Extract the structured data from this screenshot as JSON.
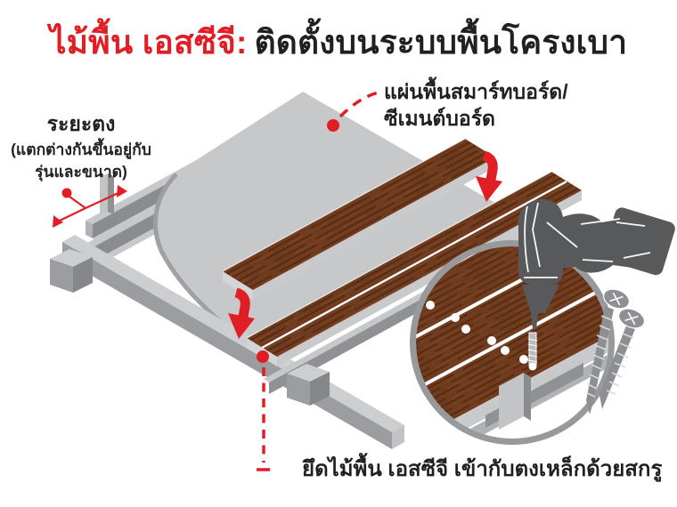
{
  "title": {
    "product": "ไม้พื้น เอสซีจี:",
    "subtitle": "ติดตั้งบนระบบพื้นโครงเบา"
  },
  "callouts": {
    "joist_spacing": {
      "heading": "ระยะตง",
      "note_line1": "(แตกต่างกันขึ้นอยู่กับ",
      "note_line2": "รุ่นและขนาด)"
    },
    "board": {
      "line1": "แผ่นพื้นสมาร์ทบอร์ด/",
      "line2": "ซีเมนต์บอร์ด"
    },
    "fastening": "ยึดไม้พื้น เอสซีจี เข้ากับตงเหล็กด้วยสกรู"
  },
  "colors": {
    "accent_red": "#e11d25",
    "text_black": "#231f20",
    "wood_brown": "#6d3a1f",
    "board_gray": "#c7c8ca",
    "steel_mid_gray": "#9b9da0",
    "steel_dark_gray": "#8f9194",
    "drill_gray": "#58595b",
    "magnifier_ring_gray": "#97999b"
  },
  "icons": {
    "drill": "drill-icon",
    "screw": "screw-icon",
    "magnifier": "magnifier-circle-icon",
    "install_arrow": "down-arrow-icon",
    "leader_dot": "leader-dot-icon",
    "spacing_bracket": "dimension-bracket-icon"
  }
}
